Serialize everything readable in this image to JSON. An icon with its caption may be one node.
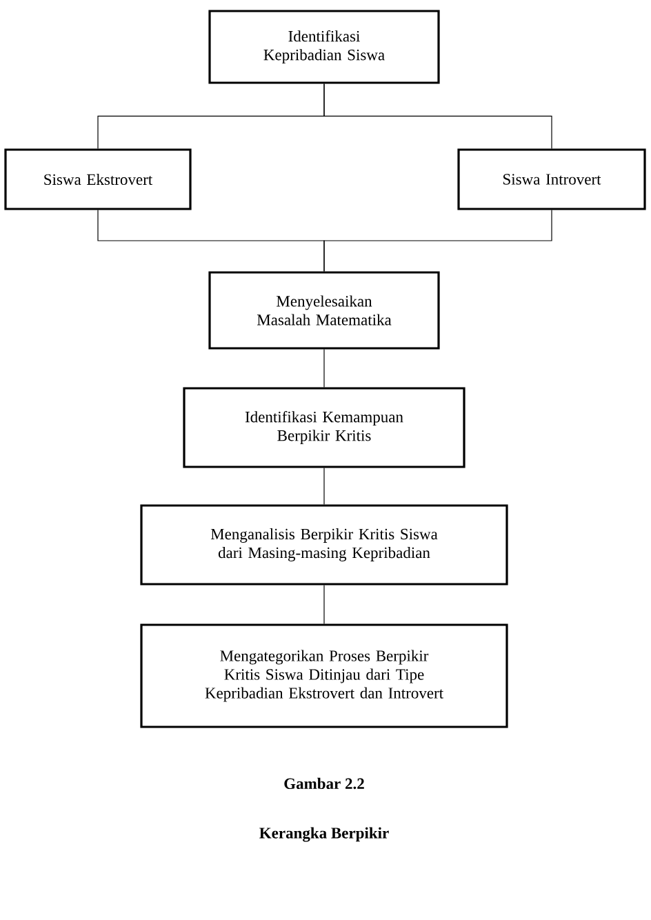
{
  "diagram": {
    "nodes": [
      {
        "text": [
          "Identifikasi Kepribadian Siswa"
        ]
      },
      {
        "text": [
          "Siswa Ekstrovert"
        ]
      },
      {
        "text": [
          "Siswa Introvert"
        ]
      },
      {
        "text": [
          "Menyelesaikan Masalah Matematika"
        ]
      },
      {
        "text": [
          "Identifikasi Kemampuan Berpikir Kritis"
        ]
      },
      {
        "text": [
          "Menganalisis Berpikir Kritis Siswa dari Masing-masing Kepribadian"
        ]
      },
      {
        "text": [
          "Mengategorikan Proses Berpikir Kritis Siswa Ditinjau dari Tipe Kepribadian Ekstrovert dan Introvert"
        ]
      }
    ],
    "edges": [
      {
        "from": 0,
        "to": 1,
        "arrow": "none"
      },
      {
        "from": 0,
        "to": 2,
        "arrow": "none"
      },
      {
        "from": 1,
        "to": 3,
        "arrow": "none"
      },
      {
        "from": 2,
        "to": 3,
        "arrow": "none"
      },
      {
        "from": 3,
        "to": 4,
        "arrow": "none"
      },
      {
        "from": 4,
        "to": 5,
        "arrow": "none"
      },
      {
        "from": 5,
        "to": 6,
        "arrow": "none"
      }
    ],
    "labels": [
      "Gambar 2.2",
      "Kerangka Berpikir"
    ]
  }
}
